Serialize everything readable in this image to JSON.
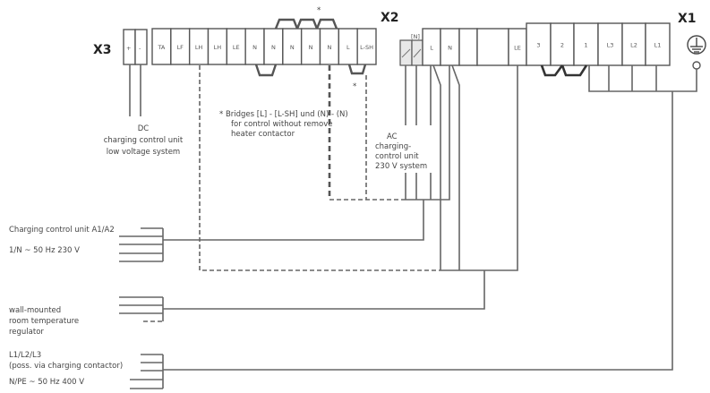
{
  "x3": {
    "label": "X3",
    "terminals": [
      "+",
      "-"
    ]
  },
  "x2": {
    "label": "X2",
    "terminals": [
      "TA",
      "LF",
      "LH",
      "LH",
      "LE",
      "N",
      "N",
      "N",
      "N",
      "N",
      "L",
      "L-SH"
    ]
  },
  "x1": {
    "label": "X1",
    "small_terminal_label": "[N]",
    "terminals": [
      "L",
      "N",
      "",
      "",
      "LE",
      "3",
      "2",
      "1",
      "L3",
      "L2",
      "L1"
    ]
  },
  "asterisk": "*",
  "dc_text": [
    "DC",
    "charging control unit",
    "low voltage system"
  ],
  "bridges_note": [
    "* Bridges [L] - [L-SH] und (N) - (N)",
    "for control without  remove",
    "heater contactor"
  ],
  "ac_text": [
    "AC",
    "charging-",
    "control unit",
    "230 V system"
  ],
  "sources": {
    "charging_unit": [
      "Charging control unit A1/A2",
      "1/N ~ 50 Hz 230 V"
    ],
    "regulator": [
      "wall-mounted",
      "room temperature",
      "regulator"
    ],
    "supply": [
      "L1/L2/L3",
      "(poss. via charging contactor)",
      "N/PE ~ 50 Hz 400 V"
    ]
  }
}
